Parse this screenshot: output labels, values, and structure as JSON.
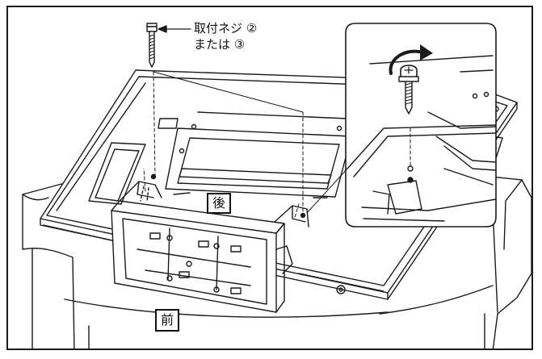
{
  "screw_callout": {
    "line1": "取付ネジ ②",
    "line2": "または ③"
  },
  "labels": {
    "rear": "後",
    "front": "前"
  },
  "icons": {
    "rotate_arrow": "clockwise-rotate-arrow-icon",
    "screw": "screw-icon"
  }
}
